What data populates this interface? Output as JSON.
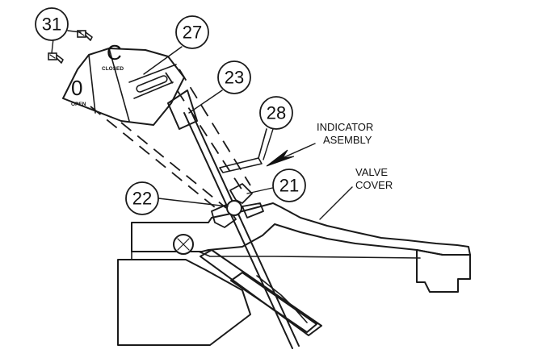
{
  "balloons": {
    "b31": "31",
    "b27": "27",
    "b23": "23",
    "b28": "28",
    "b21": "21",
    "b22": "22"
  },
  "labels": {
    "indicator_line1": "INDICATOR",
    "indicator_line2": "ASEMBLY",
    "valve_line1": "VALVE",
    "valve_line2": "COVER"
  },
  "indicator_face": {
    "closed_letter": "C",
    "closed_caption": "CLOSED",
    "open_letter": "0",
    "open_caption": "OPEN"
  }
}
